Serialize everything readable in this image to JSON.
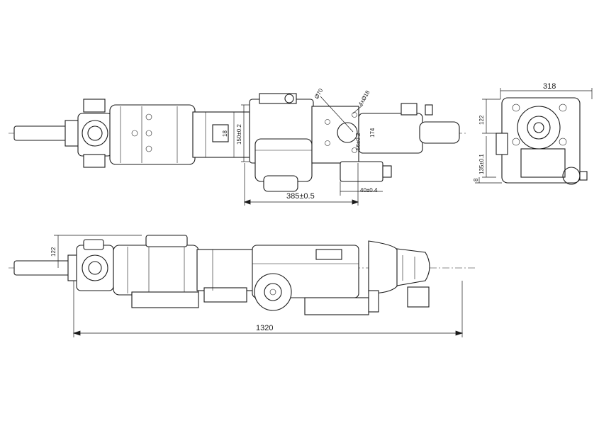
{
  "dimensions": {
    "top_view": {
      "span_385": "385±0.5",
      "width_150": "150±0.2",
      "offset_40": "40±0.4",
      "hole_dia": "Ø70",
      "bolt_pattern": "4xØ18",
      "half_pitch": "56±0.2",
      "pitch": "174",
      "small_offset": "18"
    },
    "side_view": {
      "height_122": "122",
      "overall_length": "1320"
    },
    "end_view": {
      "overall_width": "318",
      "height_122": "122",
      "height_135": "135±0.1",
      "offset_8": "8"
    }
  }
}
